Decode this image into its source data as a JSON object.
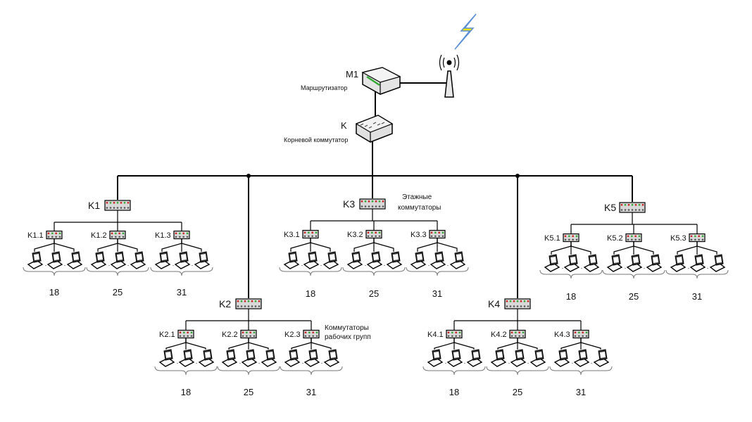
{
  "router": {
    "label": "M1",
    "caption": "Маршрутизатор"
  },
  "root": {
    "label": "K",
    "caption": "Корневой коммутатор"
  },
  "floor_note": [
    "Этажные",
    "коммутаторы"
  ],
  "workgroup_note": [
    "Коммутаторы",
    "рабочих групп"
  ],
  "floors": [
    {
      "label": "K1",
      "subs": [
        {
          "label": "K1.1",
          "count": "18"
        },
        {
          "label": "K1.2",
          "count": "25"
        },
        {
          "label": "K1.3",
          "count": "31"
        }
      ]
    },
    {
      "label": "K2",
      "subs": [
        {
          "label": "K2.1",
          "count": "18"
        },
        {
          "label": "K2.2",
          "count": "25"
        },
        {
          "label": "K2.3",
          "count": "31"
        }
      ]
    },
    {
      "label": "K3",
      "subs": [
        {
          "label": "K3.1",
          "count": "18"
        },
        {
          "label": "K3.2",
          "count": "25"
        },
        {
          "label": "K3.3",
          "count": "31"
        }
      ]
    },
    {
      "label": "K4",
      "subs": [
        {
          "label": "K4.1",
          "count": "18"
        },
        {
          "label": "K4.2",
          "count": "25"
        },
        {
          "label": "K4.3",
          "count": "31"
        }
      ]
    },
    {
      "label": "K5",
      "subs": [
        {
          "label": "K5.1",
          "count": "18"
        },
        {
          "label": "K5.2",
          "count": "25"
        },
        {
          "label": "K5.3",
          "count": "31"
        }
      ]
    }
  ],
  "colors": {
    "lightning": "#f2e600",
    "device_body": "#d8d8d8",
    "port_red": "#cc2222",
    "port_green": "#33aa33"
  }
}
